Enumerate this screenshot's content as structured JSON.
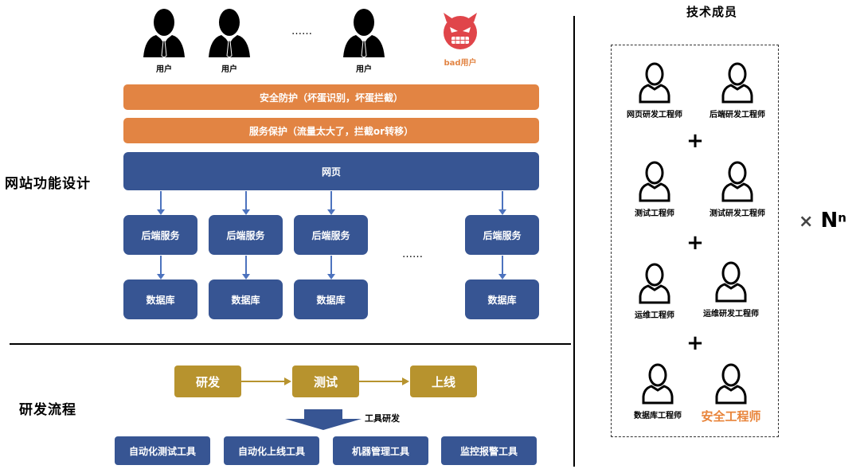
{
  "users": {
    "user_label": "用户",
    "ellipsis": "……",
    "bad_user_label": "bad用户"
  },
  "protection": {
    "security": "安全防护（坏蛋识别，坏蛋拦截）",
    "service": "服务保护（流量太大了，拦截or转移）"
  },
  "website": {
    "section_title": "网站功能设计",
    "web_page": "网页",
    "backend_label": "后端服务",
    "database_label": "数据库",
    "ellipsis": "……"
  },
  "dev_flow": {
    "section_title": "研发流程",
    "steps": [
      "研发",
      "测试",
      "上线"
    ],
    "tools_caption": "工具研发",
    "tools": [
      "自动化测试工具",
      "自动化上线工具",
      "机器管理工具",
      "监控报警工具"
    ]
  },
  "team": {
    "title": "技术成员",
    "roles": [
      "网页研发工程师",
      "后端研发工程师",
      "测试工程师",
      "测试研发工程师",
      "运维工程师",
      "运维研发工程师",
      "数据库工程师",
      "安全工程师"
    ],
    "plus": "+",
    "multiplier_symbol": "×",
    "multiplier_base": "N",
    "multiplier_exp": "n"
  },
  "colors": {
    "orange": "#e28443",
    "blue": "#375593",
    "gold": "#b7932e",
    "security_engineer": "#e8843a",
    "bad_user_red": "#e0454a"
  }
}
